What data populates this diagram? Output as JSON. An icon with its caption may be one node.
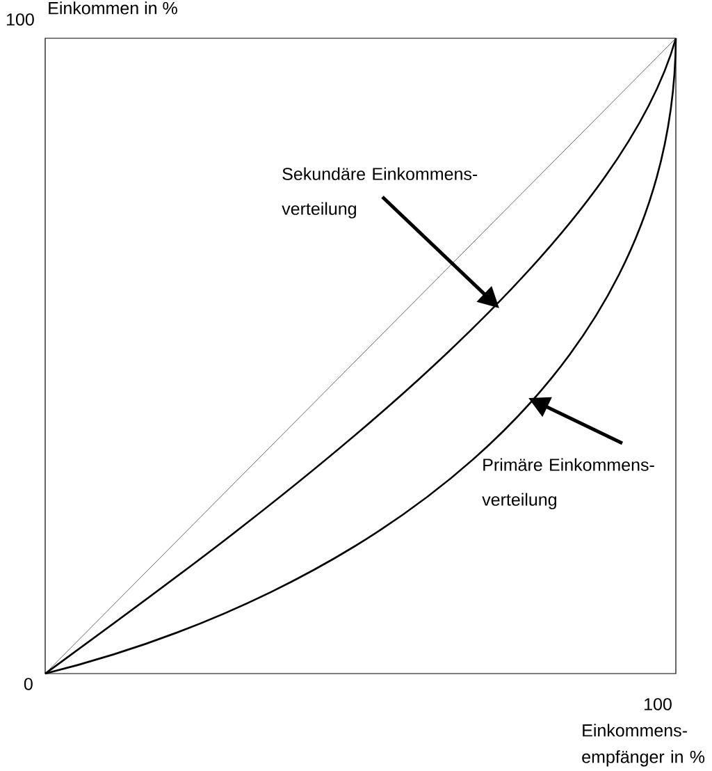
{
  "diagram": {
    "nodes": [
      {
        "text": [
          "Sekundäre Einkommens- verteilung"
        ]
      },
      {
        "text": [
          "Primäre Einkommens- verteilung"
        ]
      }
    ],
    "edges": [
      {
        "from": 0,
        "to": null,
        "arrow": "to"
      },
      {
        "from": 1,
        "to": null,
        "arrow": "to"
      }
    ],
    "labels": [
      "Einkommen in %",
      "100",
      "0",
      "100",
      "Einkommens- empfänger in %"
    ]
  }
}
